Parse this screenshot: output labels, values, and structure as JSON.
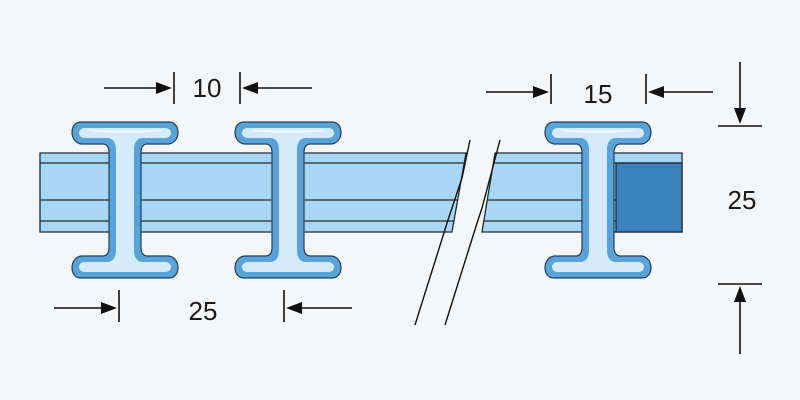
{
  "dimensions": {
    "top_left": "10",
    "top_right": "15",
    "right_height": "25",
    "bottom_left": "25"
  },
  "colors": {
    "bar_light": "#a9d6f2",
    "bar_end_dark": "#3b82bd",
    "clip_blue": "#5aa3d8",
    "background": "#f4f6f8"
  }
}
